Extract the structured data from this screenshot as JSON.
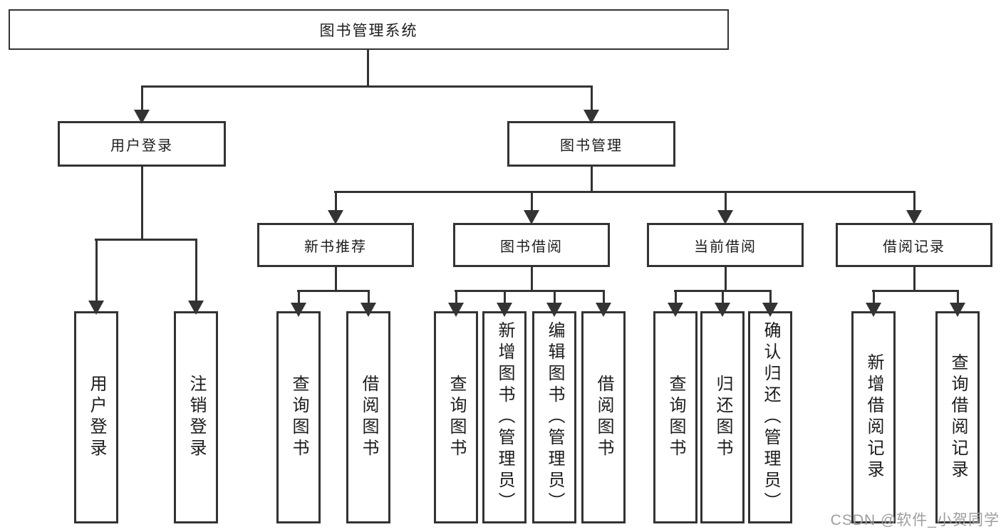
{
  "nodes": {
    "root": "图书管理系统",
    "user_login": "用户登录",
    "book_mgmt": "图书管理",
    "new_book_rec": "新书推荐",
    "book_borrow": "图书借阅",
    "current_borrow": "当前借阅",
    "borrow_records": "借阅记录",
    "ul_login": "用户登录",
    "ul_logout": "注销登录",
    "nb_query": "查询图书",
    "nb_borrow": "借阅图书",
    "bb_query": "查询图书",
    "bb_add": "新增图书（管理员）",
    "bb_edit": "编辑图书（管理员）",
    "bb_borrow": "借阅图书",
    "cb_query": "查询图书",
    "cb_return": "归还图书",
    "cb_confirm": "确认归还（管理员）",
    "br_add": "新增借阅记录",
    "br_query": "查询借阅记录"
  },
  "watermark": "CSDN @软件_小贺同学",
  "colors": {
    "line": "#333333",
    "border": "#333333",
    "text": "#1c1c1c",
    "watermark": "#9e9e9e",
    "background": "#ffffff"
  }
}
